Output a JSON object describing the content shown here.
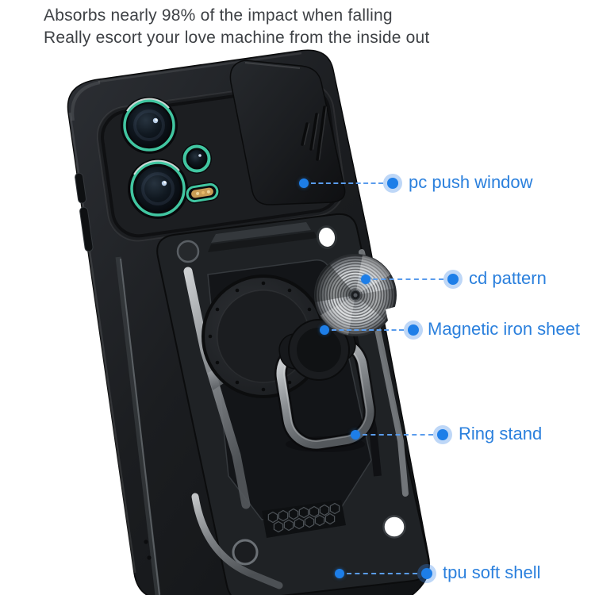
{
  "header": {
    "line1": "Absorbs nearly 98% of the impact when falling",
    "line2": "Really escort your love machine from the inside out"
  },
  "callouts": [
    {
      "id": "pc-push-window",
      "text": "pc push window"
    },
    {
      "id": "cd-pattern",
      "text": "cd pattern"
    },
    {
      "id": "magnetic-iron-sheet",
      "text": "Magnetic iron sheet"
    },
    {
      "id": "ring-stand",
      "text": "Ring stand"
    },
    {
      "id": "tpu-soft-shell",
      "text": "tpu soft shell"
    }
  ],
  "colors": {
    "background": "#ffffff",
    "label_blue": "#2b80dd",
    "dot_blue": "#1d7ee8",
    "dot_halo": "rgba(58,134,232,0.33)",
    "header_text": "#3e4145",
    "camera_ring_teal": "#41c6a1",
    "case_black": "#17191c",
    "metal_silver": "#b9bdc0"
  }
}
